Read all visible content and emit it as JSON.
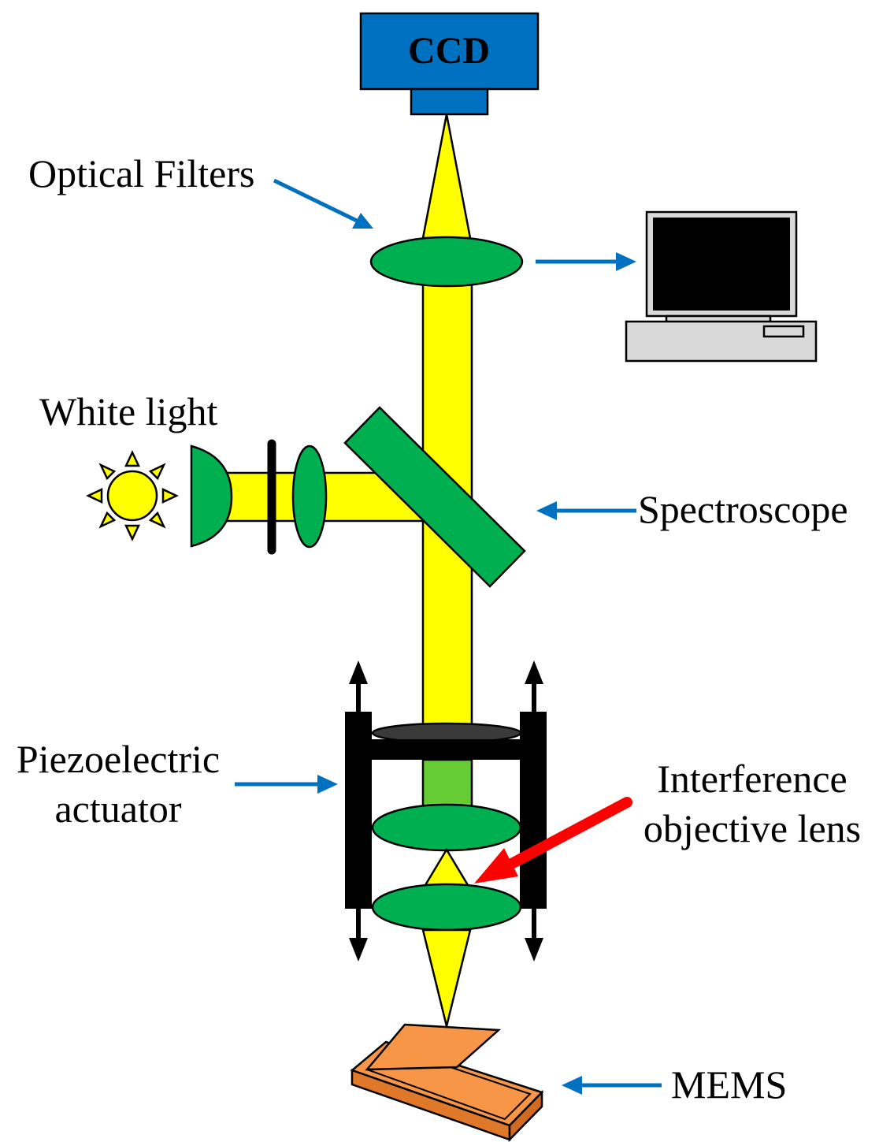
{
  "labels": {
    "ccd": "CCD",
    "optical_filters": "Optical Filters",
    "white_light": "White light",
    "spectroscope": "Spectroscope",
    "piezo_line1": "Piezoelectric",
    "piezo_line2": "actuator",
    "interference_line1": "Interference",
    "interference_line2": "objective lens",
    "mems": "MEMS"
  },
  "colors": {
    "ccd_blue": "#0070c0",
    "beam_yellow": "#ffff00",
    "lens_green": "#00b050",
    "beam_green": "#66cc33",
    "arrow_blue": "#0070c0",
    "arrow_red": "#ff0000",
    "mems_orange": "#f79646",
    "computer_gray": "#d9d9d9",
    "actuator_black": "#000000"
  },
  "icons": [
    "sun-icon",
    "computer-icon",
    "ccd-camera-icon"
  ]
}
